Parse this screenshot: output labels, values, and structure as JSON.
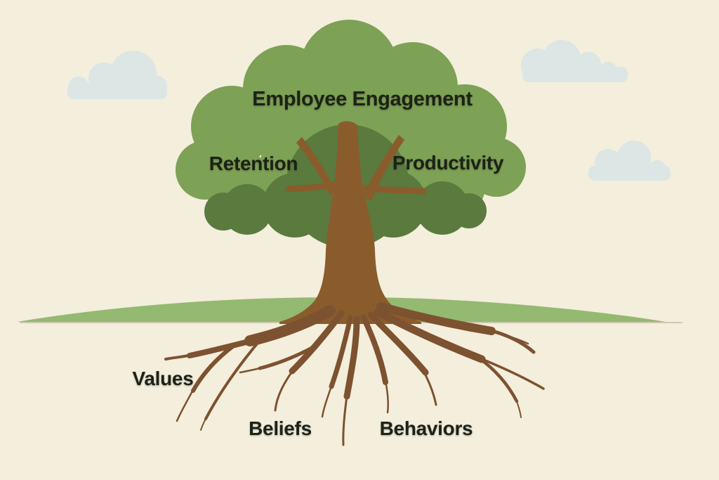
{
  "figure": {
    "type": "tree-metaphor-diagram",
    "subject": "Employee engagement tree: visible outcomes in canopy, cultural roots below ground"
  },
  "labels": {
    "canopy_title": "Employee Engagement",
    "canopy_left": "Retention",
    "canopy_right": "Productivity",
    "roots_left": "Values",
    "roots_middle": "Beliefs",
    "roots_right": "Behaviors"
  },
  "colors": {
    "background": "#f4eedc",
    "canopy_light": "#7da155",
    "canopy_dark": "#5a7a3e",
    "ground": "#94b971",
    "ground_line": "#8a8468",
    "trunk": "#8a5c2c",
    "roots": "#7d5230",
    "cloud": "#dce6e4",
    "label_text": "#1f2419"
  }
}
